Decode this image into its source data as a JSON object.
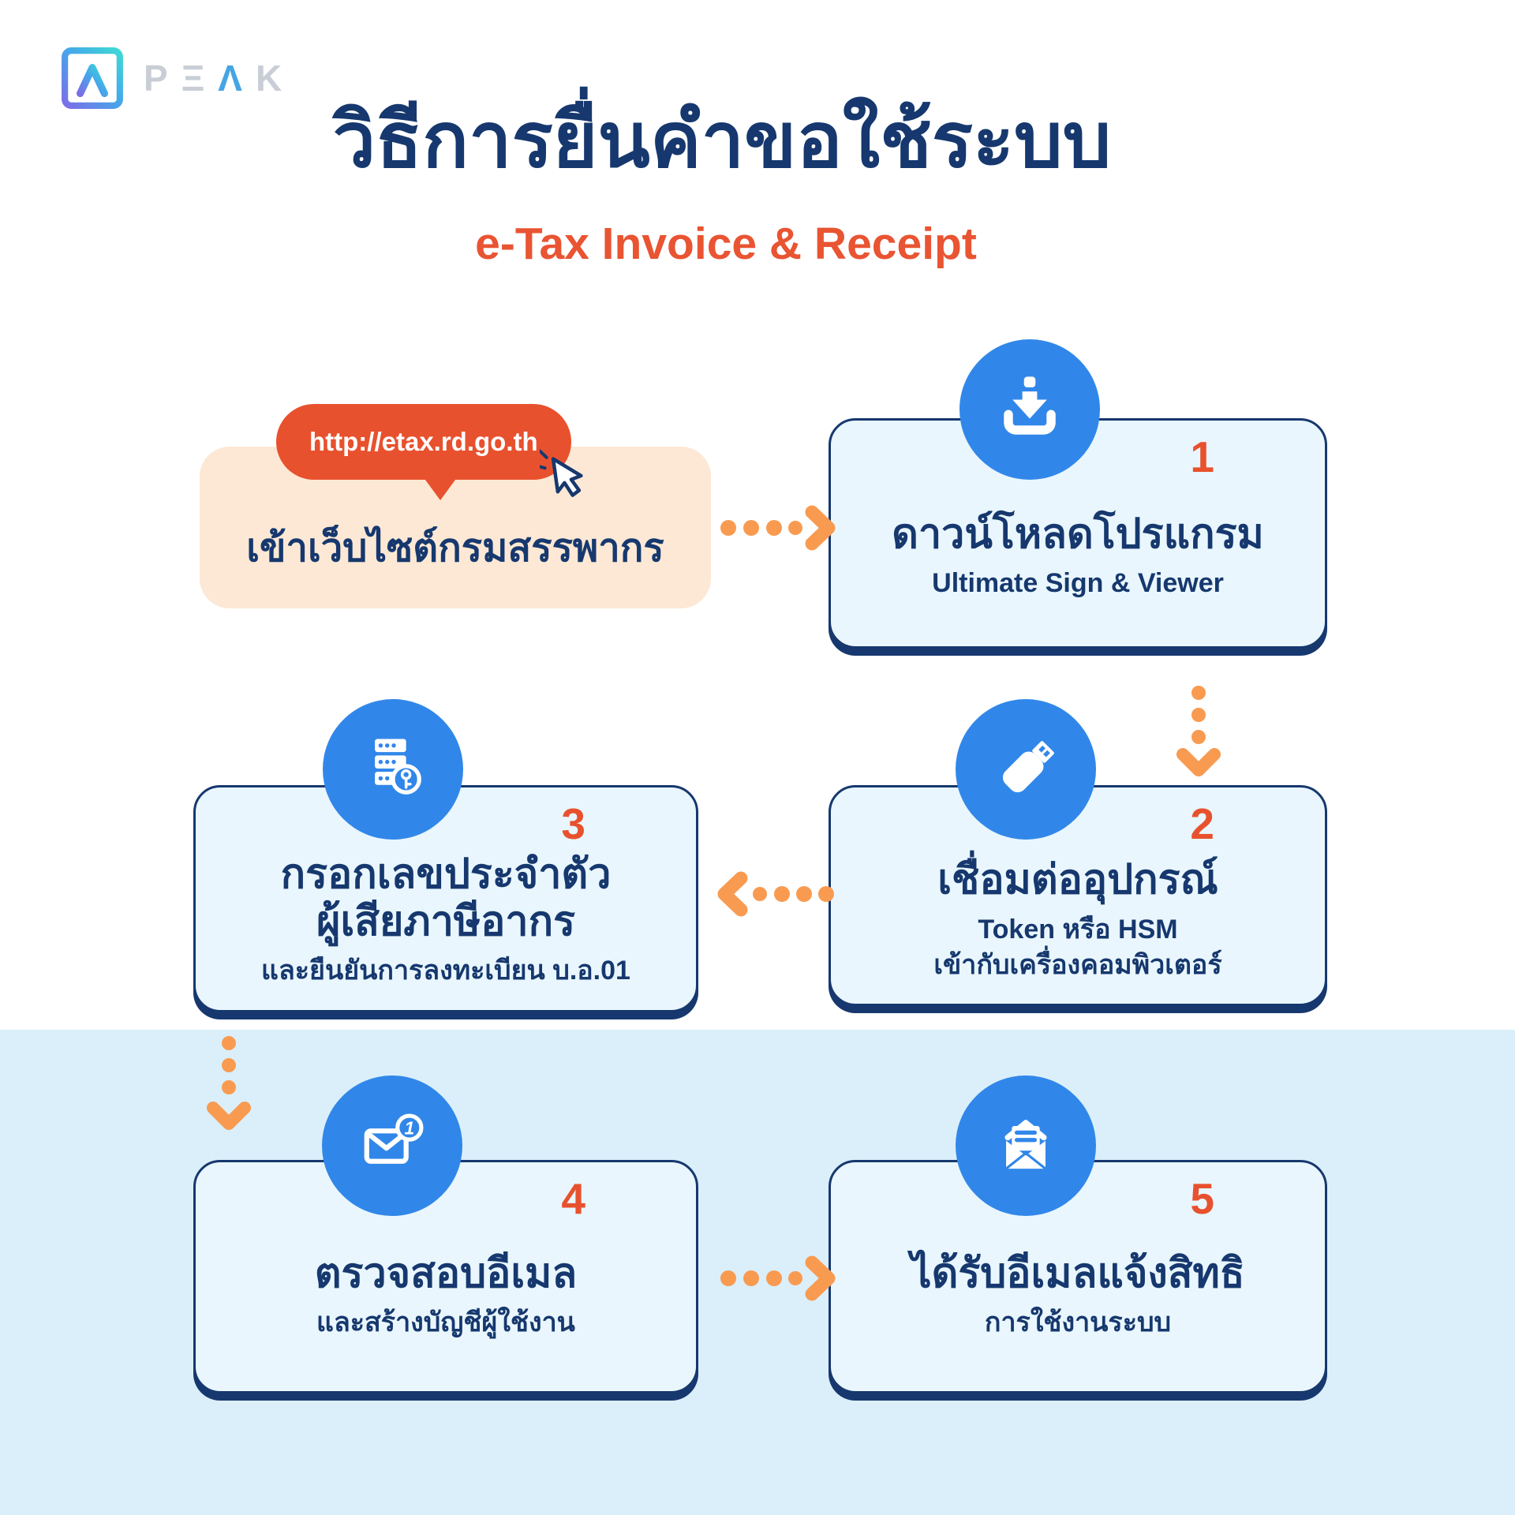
{
  "brand": {
    "name": "PEAK",
    "letters": [
      "P",
      "Ξ",
      "Λ",
      "K"
    ]
  },
  "header": {
    "title": "วิธีการยื่นคำขอใช้ระบบ",
    "subtitle": "e-Tax Invoice & Receipt"
  },
  "start": {
    "url": "http://etax.rd.go.th",
    "label": "เข้าเว็บไซต์กรมสรรพากร"
  },
  "steps": [
    {
      "number": "1",
      "title": "ดาวน์โหลดโปรแกรม",
      "subtitle": "Ultimate Sign & Viewer",
      "icon": "download-icon"
    },
    {
      "number": "2",
      "title": "เชื่อมต่ออุปกรณ์",
      "subtitle": "Token หรือ HSM",
      "subtitle2": "เข้ากับเครื่องคอมพิวเตอร์",
      "icon": "usb-token-icon"
    },
    {
      "number": "3",
      "title": "กรอกเลขประจำตัว",
      "title2": "ผู้เสียภาษีอากร",
      "subtitle": "และยืนยันการลงทะเบียน บ.อ.01",
      "icon": "server-key-icon"
    },
    {
      "number": "4",
      "title": "ตรวจสอบอีเมล",
      "subtitle": "และสร้างบัญชีผู้ใช้งาน",
      "icon": "email-notification-icon",
      "badge": "1"
    },
    {
      "number": "5",
      "title": "ได้รับอีเมลแจ้งสิทธิ",
      "subtitle": "การใช้งานระบบ",
      "icon": "email-open-icon"
    }
  ],
  "colors": {
    "navy": "#16386E",
    "box_fill": "#E9F6FD",
    "bottom_strip": "#DBEFFA",
    "icon_circle_blue": "#3187E9",
    "arrow_orange": "#F89B51",
    "accent_red_orange": "#E8512E",
    "peach": "#FCE8D4"
  }
}
